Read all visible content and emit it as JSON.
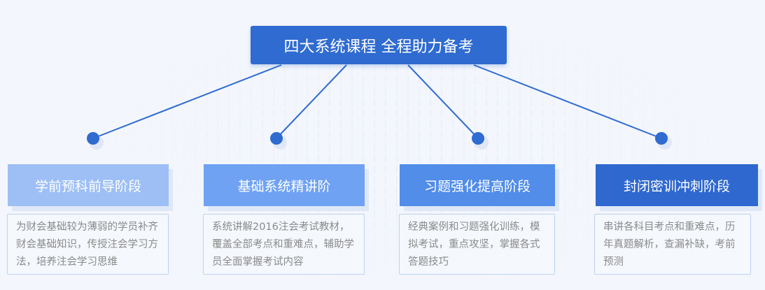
{
  "title": "四大系统课程 全程助力备考",
  "colors": {
    "accent": "#2f6bd0"
  },
  "stages": [
    {
      "label": "学前预科前导阶段",
      "description": "为财会基础较为薄弱的学员补齐财会基础知识，传授注会学习方法，培养注会学习思维",
      "color": "#9dbff5"
    },
    {
      "label": "基础系统精讲阶",
      "description": "系统讲解2016注会考试教材，覆盖全部考点和重难点，辅助学员全面掌握考试内容",
      "color": "#6fa2f3"
    },
    {
      "label": "习题强化提高阶段",
      "description": "经典案例和习题强化训练，模拟考试，重点攻坚，掌握各式答题技巧",
      "color": "#518de9"
    },
    {
      "label": "封闭密训冲刺阶段",
      "description": "串讲各科目考点和重难点，历年真题解析，查漏补缺，考前预测",
      "color": "#2f68cf"
    }
  ]
}
